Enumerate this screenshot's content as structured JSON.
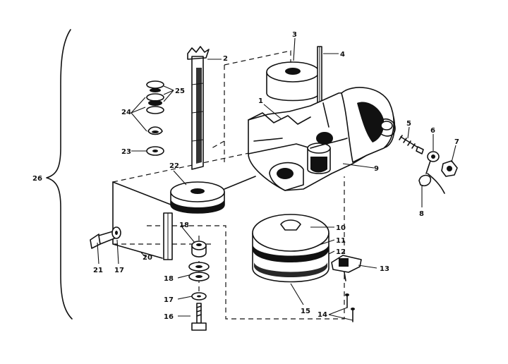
{
  "callouts": {
    "c1": "1",
    "c2": "2",
    "c3": "3",
    "c4": "4",
    "c5": "5",
    "c6": "6",
    "c7": "7",
    "c8": "8",
    "c9": "9",
    "c10": "10",
    "c11": "11",
    "c12": "12",
    "c13": "13",
    "c14": "14",
    "c15": "15",
    "c16": "16",
    "c17a": "17",
    "c17b": "17",
    "c18a": "18",
    "c18b": "18",
    "c20": "20",
    "c21": "21",
    "c22": "22",
    "c23": "23",
    "c24": "24",
    "c25": "25",
    "c26": "26"
  }
}
